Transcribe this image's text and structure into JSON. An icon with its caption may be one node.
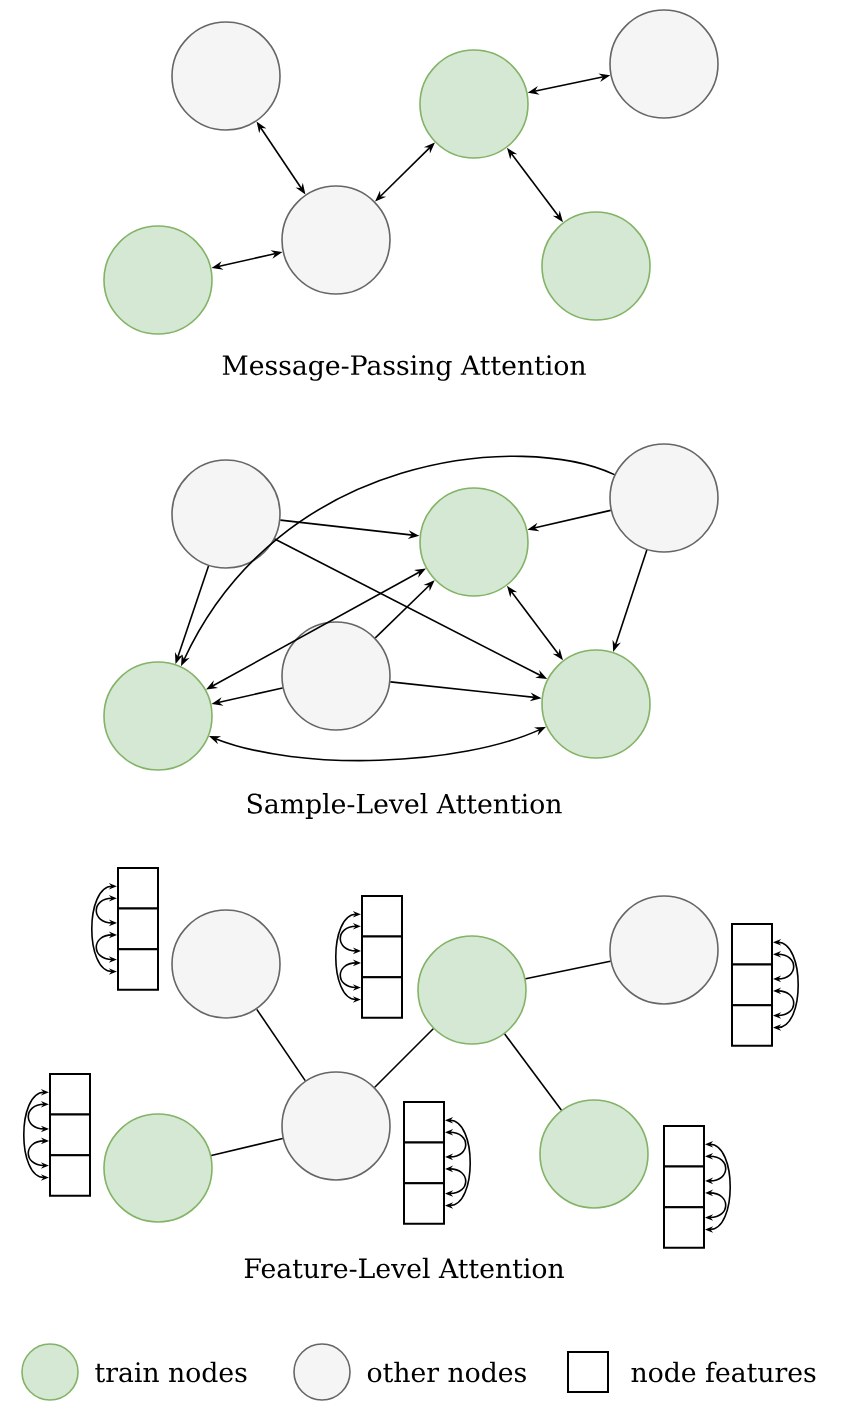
{
  "diagram": {
    "nodes": [
      {
        "text": [],
        "shape": "circle"
      },
      {
        "text": [],
        "shape": "circle"
      },
      {
        "text": [],
        "shape": "circle"
      },
      {
        "text": [],
        "shape": "circle"
      },
      {
        "text": [],
        "shape": "circle"
      },
      {
        "text": [],
        "shape": "circle"
      },
      {
        "text": [],
        "shape": "circle"
      },
      {
        "text": [],
        "shape": "circle"
      },
      {
        "text": [],
        "shape": "circle"
      },
      {
        "text": [],
        "shape": "circle"
      },
      {
        "text": [],
        "shape": "circle"
      },
      {
        "text": [],
        "shape": "circle"
      },
      {
        "text": [],
        "shape": "circle"
      },
      {
        "text": [],
        "shape": "circle"
      },
      {
        "text": [],
        "shape": "circle"
      },
      {
        "text": [],
        "shape": "circle"
      },
      {
        "text": [],
        "shape": "circle"
      },
      {
        "text": [],
        "shape": "circle"
      },
      {
        "text": [],
        "shape": "box"
      },
      {
        "text": [],
        "shape": "box"
      },
      {
        "text": [],
        "shape": "box"
      },
      {
        "text": [],
        "shape": "box"
      },
      {
        "text": [],
        "shape": "box"
      },
      {
        "text": [],
        "shape": "box"
      },
      {
        "text": [],
        "shape": "box"
      },
      {
        "text": [],
        "shape": "box"
      },
      {
        "text": [],
        "shape": "box"
      },
      {
        "text": [],
        "shape": "box"
      },
      {
        "text": [],
        "shape": "box"
      },
      {
        "text": [],
        "shape": "box"
      },
      {
        "text": [],
        "shape": "box"
      },
      {
        "text": [],
        "shape": "box"
      },
      {
        "text": [],
        "shape": "box"
      },
      {
        "text": [],
        "shape": "box"
      },
      {
        "text": [],
        "shape": "box"
      },
      {
        "text": [],
        "shape": "box"
      }
    ],
    "edges": [
      {
        "from": 0,
        "to": 4,
        "arrow": "both"
      },
      {
        "from": 3,
        "to": 4,
        "arrow": "both"
      },
      {
        "from": 4,
        "to": 1,
        "arrow": "both"
      },
      {
        "from": 1,
        "to": 2,
        "arrow": "both"
      },
      {
        "from": 1,
        "to": 5,
        "arrow": "both"
      },
      {
        "from": 6,
        "to": 9,
        "arrow": "to"
      },
      {
        "from": 6,
        "to": 7,
        "arrow": "to"
      },
      {
        "from": 6,
        "to": 11,
        "arrow": "to"
      },
      {
        "from": 8,
        "to": 7,
        "arrow": "to"
      },
      {
        "from": 8,
        "to": 11,
        "arrow": "to"
      },
      {
        "from": 8,
        "to": 9,
        "arrow": "to"
      },
      {
        "from": 7,
        "to": 9,
        "arrow": "both"
      },
      {
        "from": 10,
        "to": 7,
        "arrow": "to"
      },
      {
        "from": 10,
        "to": 9,
        "arrow": "to"
      },
      {
        "from": 10,
        "to": 11,
        "arrow": "to"
      },
      {
        "from": 7,
        "to": 11,
        "arrow": "both"
      },
      {
        "from": 9,
        "to": 11,
        "arrow": "both"
      },
      {
        "from": 12,
        "to": 16,
        "arrow": "none"
      },
      {
        "from": 15,
        "to": 16,
        "arrow": "none"
      },
      {
        "from": 16,
        "to": 13,
        "arrow": "none"
      },
      {
        "from": 13,
        "to": 14,
        "arrow": "none"
      },
      {
        "from": 13,
        "to": 17,
        "arrow": "none"
      },
      {
        "from": 18,
        "to": 19,
        "arrow": "both"
      },
      {
        "from": 19,
        "to": 20,
        "arrow": "both"
      },
      {
        "from": 18,
        "to": 20,
        "arrow": "both"
      },
      {
        "from": 21,
        "to": 22,
        "arrow": "both"
      },
      {
        "from": 22,
        "to": 23,
        "arrow": "both"
      },
      {
        "from": 21,
        "to": 23,
        "arrow": "both"
      },
      {
        "from": 24,
        "to": 25,
        "arrow": "both"
      },
      {
        "from": 25,
        "to": 26,
        "arrow": "both"
      },
      {
        "from": 24,
        "to": 26,
        "arrow": "both"
      },
      {
        "from": 27,
        "to": 28,
        "arrow": "both"
      },
      {
        "from": 28,
        "to": 29,
        "arrow": "both"
      },
      {
        "from": 27,
        "to": 29,
        "arrow": "both"
      },
      {
        "from": 30,
        "to": 31,
        "arrow": "both"
      },
      {
        "from": 31,
        "to": 32,
        "arrow": "both"
      },
      {
        "from": 30,
        "to": 32,
        "arrow": "both"
      },
      {
        "from": 33,
        "to": 34,
        "arrow": "both"
      },
      {
        "from": 34,
        "to": 35,
        "arrow": "both"
      },
      {
        "from": 33,
        "to": 35,
        "arrow": "both"
      }
    ],
    "labels": [
      "Message-Passing Attention",
      "Sample-Level Attention",
      "Feature-Level Attention"
    ],
    "legend": [
      {
        "text": "train nodes",
        "color": "#d5e8d4"
      },
      {
        "text": "other nodes",
        "color": "#f5f5f5"
      },
      {
        "text": "node features"
      }
    ]
  }
}
